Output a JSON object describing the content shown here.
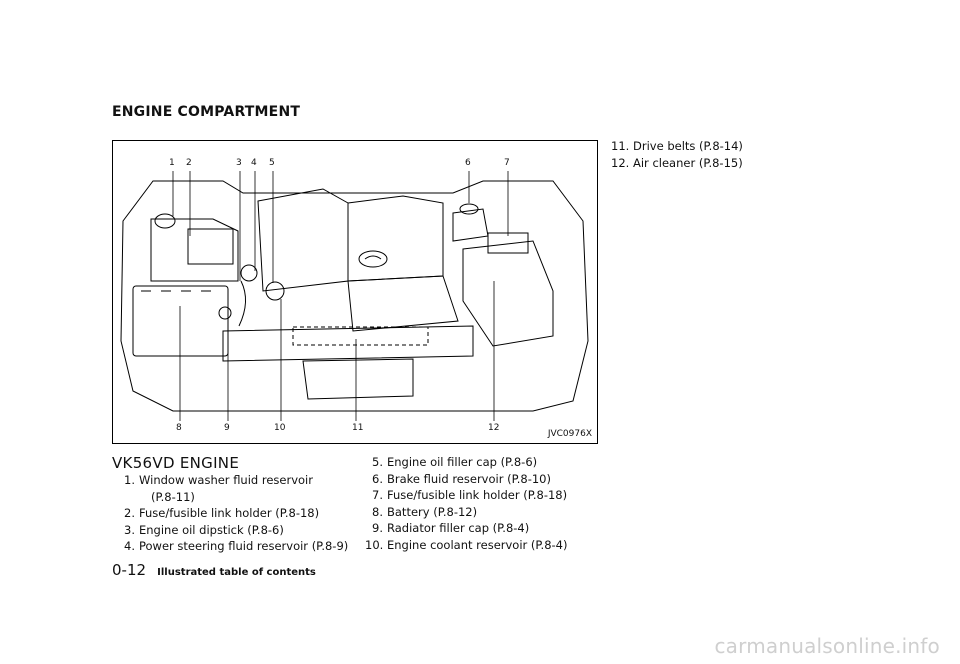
{
  "section_title": "ENGINE COMPARTMENT",
  "figure": {
    "code": "JVC0976X",
    "callouts_top": [
      "1",
      "2",
      "3",
      "4",
      "5",
      "6",
      "7"
    ],
    "callouts_bottom": [
      "8",
      "9",
      "10",
      "11",
      "12"
    ]
  },
  "engine_title": "VK56VD ENGINE",
  "list_a": [
    {
      "n": "1.",
      "t": "Window washer fluid reservoir",
      "t2": "(P.8-11)"
    },
    {
      "n": "2.",
      "t": "Fuse/fusible link holder (P.8-18)"
    },
    {
      "n": "3.",
      "t": "Engine oil dipstick (P.8-6)"
    },
    {
      "n": "4.",
      "t": "Power steering fluid reservoir (P.8-9)"
    }
  ],
  "list_b": [
    {
      "n": "5.",
      "t": "Engine oil filler cap (P.8-6)"
    },
    {
      "n": "6.",
      "t": "Brake fluid reservoir (P.8-10)"
    },
    {
      "n": "7.",
      "t": "Fuse/fusible link holder (P.8-18)"
    },
    {
      "n": "8.",
      "t": "Battery (P.8-12)"
    },
    {
      "n": "9.",
      "t": "Radiator filler cap (P.8-4)"
    },
    {
      "n": "10.",
      "t": "Engine coolant reservoir (P.8-4)"
    }
  ],
  "list_c": [
    {
      "n": "11.",
      "t": "Drive belts (P.8-14)"
    },
    {
      "n": "12.",
      "t": "Air cleaner (P.8-15)"
    }
  ],
  "footer": {
    "page": "0-12",
    "section": "Illustrated table of contents"
  },
  "watermark": "carmanualsonline.info"
}
